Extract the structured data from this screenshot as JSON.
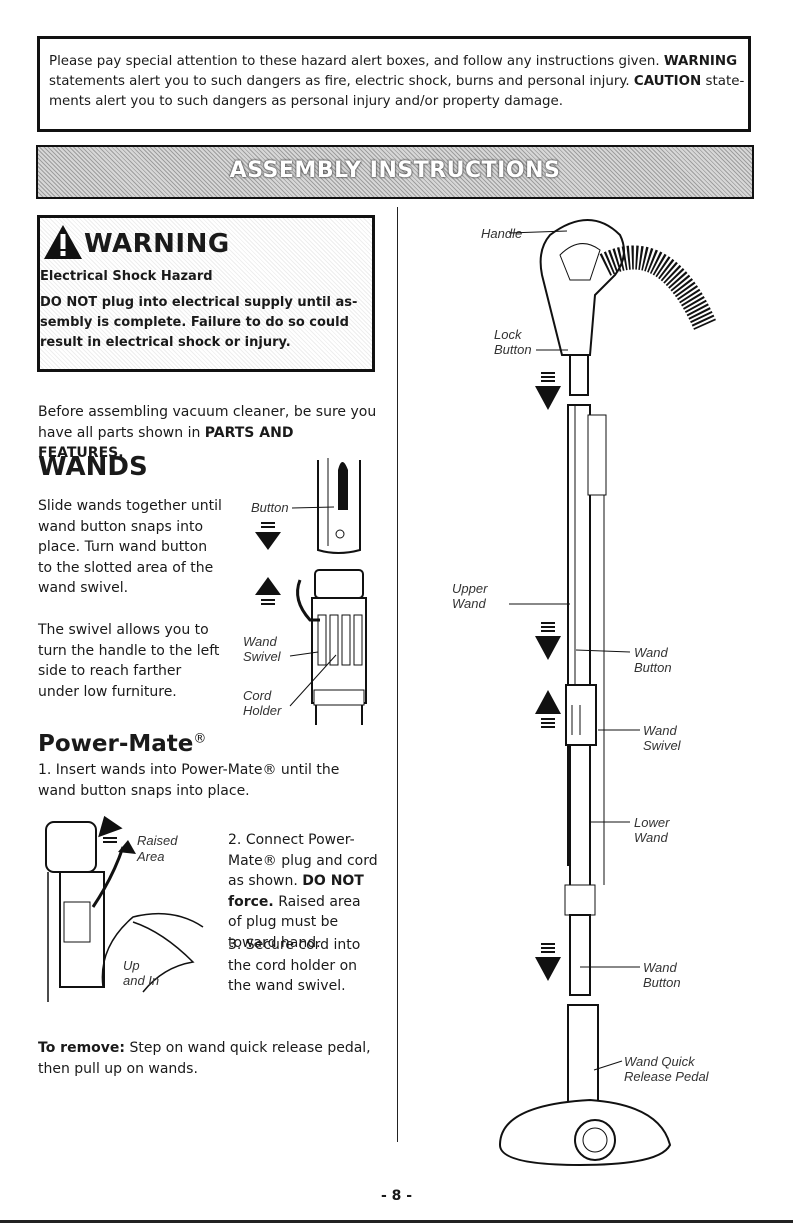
{
  "hazard": {
    "text_before_warning": "Please pay special attention to these hazard alert boxes, and follow any instructions given.",
    "warning_word": "WARNING",
    "text_after_warning": "statements alert you to such dangers as fire, electric shock, burns and personal injury.",
    "caution_word": "CAUTION",
    "text_after_caution": "state­ments alert you to such dangers as personal injury and/or property damage."
  },
  "banner": {
    "title": "ASSEMBLY INSTRUCTIONS"
  },
  "warning_box": {
    "title": "WARNING",
    "subtitle": "Electrical Shock Hazard",
    "body": "DO NOT plug into electrical supply until as­sembly is complete. Failure to do so could re­sult in electrical shock or injury."
  },
  "intro": {
    "text": "Before assembling vacuum cleaner, be sure you have all parts shown in",
    "bold": "PARTS AND FEATURES."
  },
  "wands": {
    "heading": "WANDS",
    "para1": "Slide wands together until wand button snaps into place. Turn wand button to the slotted area of the wand swivel.",
    "para2": "The swivel allows you to turn the handle to the left side to reach farther under low furni­ture.",
    "label_button": "Button",
    "label_wand": "Wand",
    "label_swivel": "Swivel",
    "label_cord": "Cord",
    "label_holder": "Holder"
  },
  "power_mate": {
    "heading": "Power-Mate",
    "reg": "®",
    "step1": "1. Insert wands into Power-Mate® until the wand button snaps into place.",
    "step2_num": "2.",
    "step2_text": "Connect Power-Mate® plug and cord as shown.",
    "step2_bold": "DO NOT force.",
    "step2_rest": "Raised area of plug must be toward hand.",
    "step3": "3. Secure cord into the cord holder on the wand swivel.",
    "label_raised": "Raised",
    "label_area": "Area",
    "label_up": "Up",
    "label_and_in": "and In"
  },
  "remove": {
    "bold": "To remove:",
    "text": "Step on wand quick release pedal, then pull up on wands."
  },
  "diagram": {
    "handle": "Handle",
    "lock": "Lock",
    "button": "Button",
    "upper": "Upper",
    "wand": "Wand",
    "wand_button_1a": "Wand",
    "wand_button_1b": "Button",
    "wand_swivel_a": "Wand",
    "wand_swivel_b": "Swivel",
    "lower_a": "Lower",
    "lower_b": "Wand",
    "wand_button_2a": "Wand",
    "wand_button_2b": "Button",
    "quick_a": "Wand Quick",
    "quick_b": "Release Pedal"
  },
  "page_number": "- 8 -"
}
